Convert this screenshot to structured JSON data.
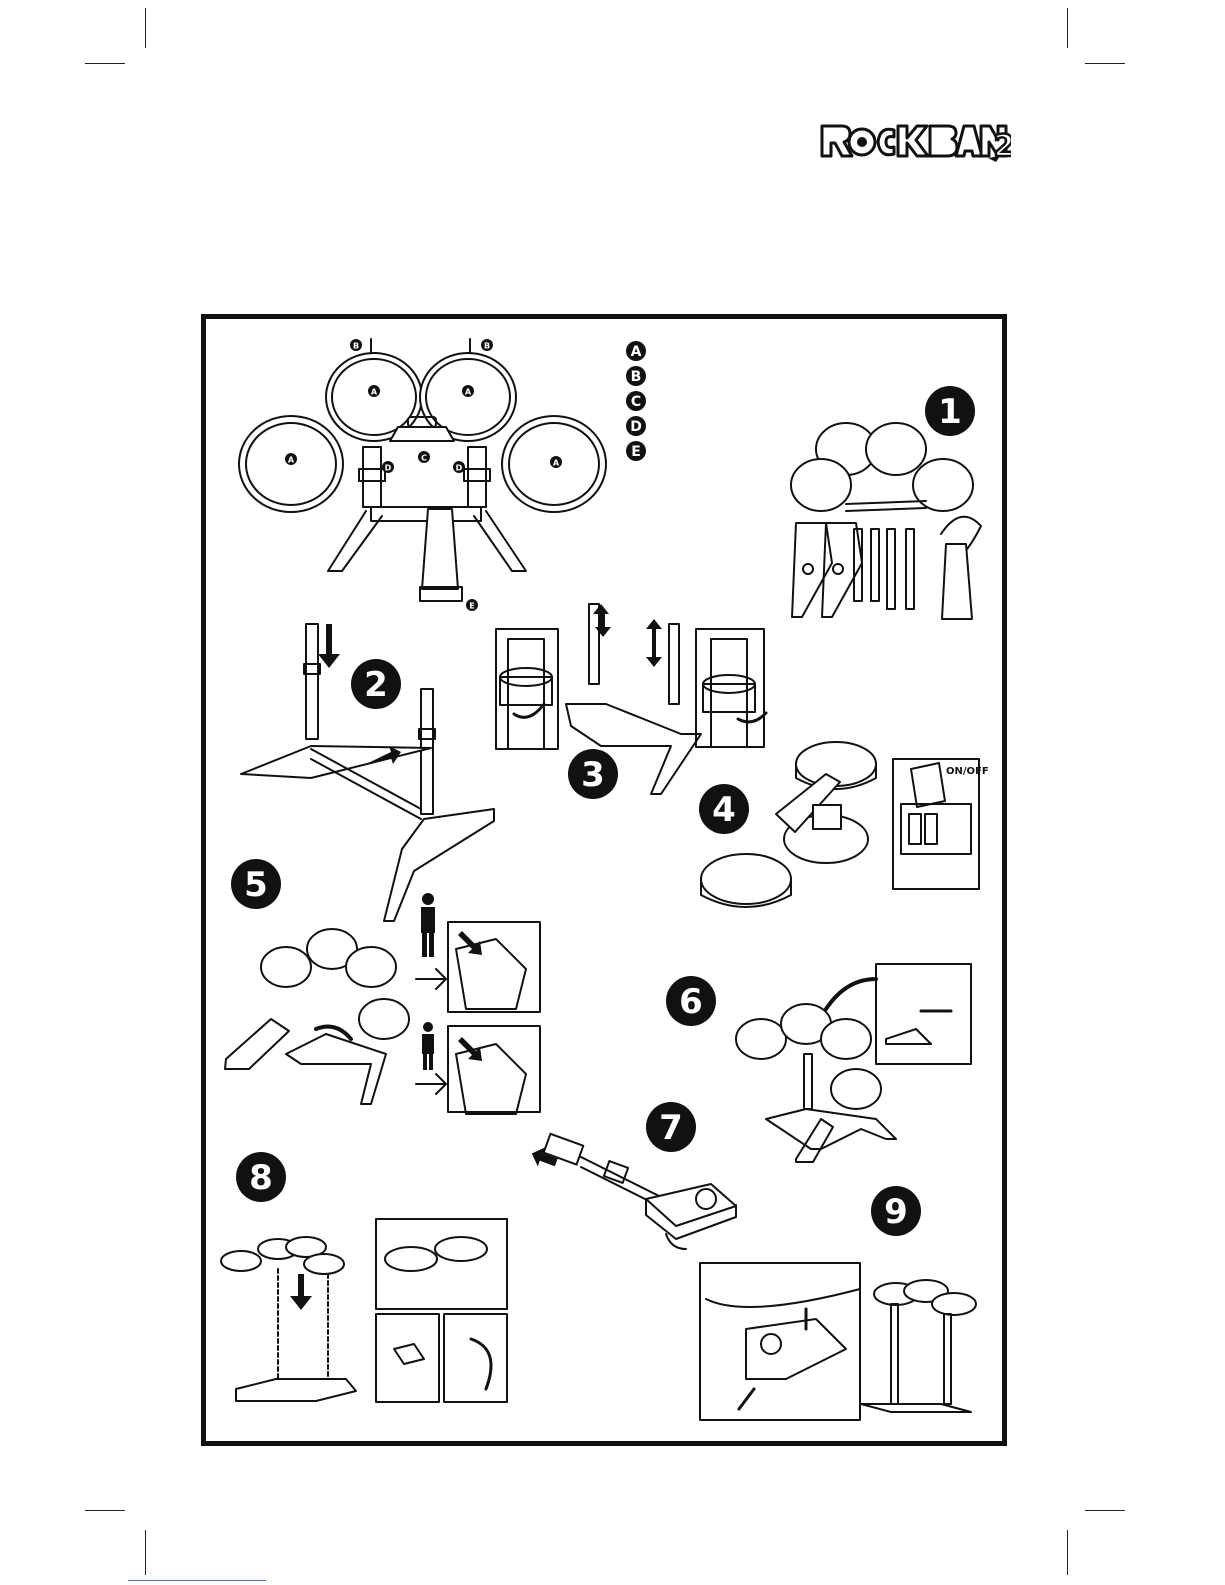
{
  "logo": {
    "text": "ROCKBAND 2"
  },
  "parts_legend": [
    "A",
    "B",
    "C",
    "D",
    "E"
  ],
  "callouts": {
    "pad": "A",
    "cymbal_post": "B",
    "controller": "C",
    "clamp": "D",
    "pedal": "E"
  },
  "steps": [
    "1",
    "2",
    "3",
    "4",
    "5",
    "6",
    "7",
    "8",
    "9"
  ],
  "switch_label": "ON/OFF"
}
